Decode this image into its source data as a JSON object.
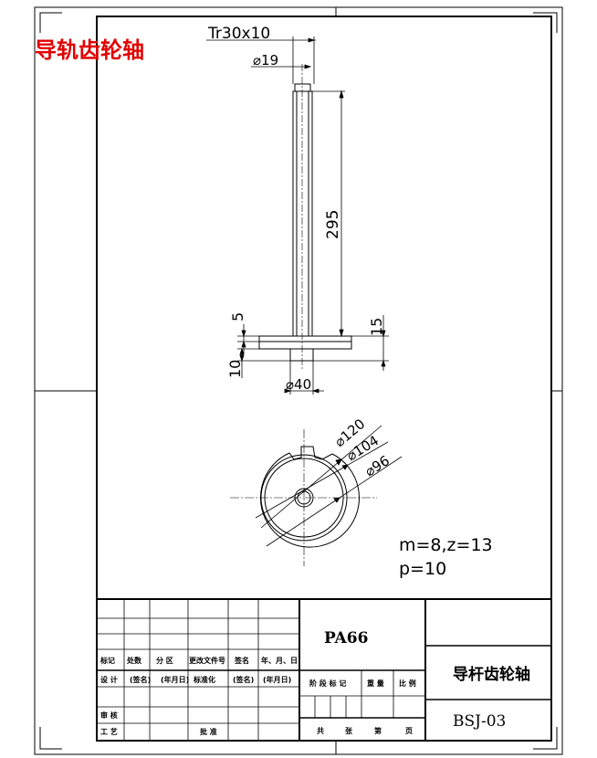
{
  "drawing": {
    "title_red": "导轨齿轮轴",
    "thread_spec": "Tr30x10",
    "dim_dia_19": "⌀19",
    "dim_length_295": "295",
    "dim_5": "5",
    "dim_15": "15",
    "dim_10": "10",
    "dim_dia_40": "⌀40",
    "dim_dia_120": "⌀120",
    "dim_dia_104": "⌀104",
    "dim_dia_96": "⌀96",
    "gear_param_line1": "m=8,z=13",
    "gear_param_line2": "p=10"
  },
  "title_block": {
    "material": "PA66",
    "part_name": "导杆齿轮轴",
    "drawing_number": "BSJ-03",
    "header_row": [
      "标记",
      "处数",
      "分 区",
      "更改文件号",
      "签名",
      "年、月、日"
    ],
    "row_design": [
      "设 计",
      "(签名)",
      "(年月日)",
      "标准化",
      "(签名)",
      "(年月日)"
    ],
    "row_check": "审 核",
    "row_process": "工 艺",
    "row_approve": "批 准",
    "stage_labels": [
      "阶 段 标 记",
      "重 量",
      "比 例"
    ],
    "sheet_labels": [
      "共",
      "张",
      "第",
      "页"
    ]
  },
  "colors": {
    "line": "#000000",
    "red_title": "#e00000",
    "background": "#ffffff"
  }
}
